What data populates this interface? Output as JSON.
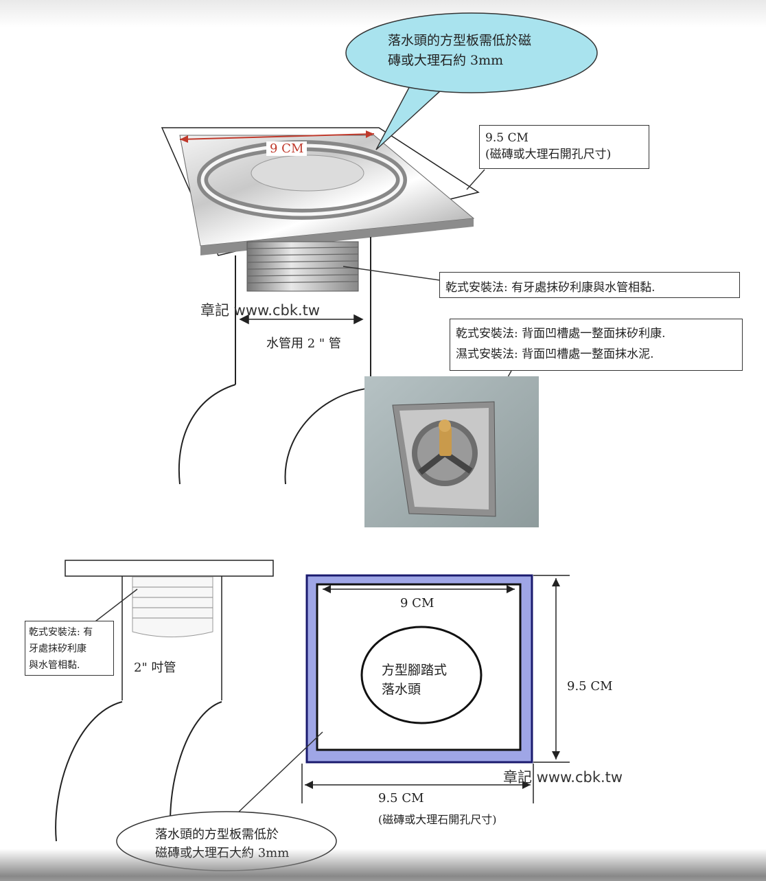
{
  "callouts": {
    "top_bubble": [
      "落水頭的方型板需低於磁",
      "磚或大理石約 3mm"
    ],
    "hole_box": [
      "9.5 CM",
      "(磁磚或大理石開孔尺寸)"
    ],
    "thread_box": "乾式安裝法: 有牙處抹矽利康與水管相黏.",
    "photo_box": [
      "乾式安裝法: 背面凹槽處一整面抹矽利康.",
      "濕式安裝法: 背面凹槽處一整面抹水泥."
    ],
    "side_box": [
      "乾式安裝法: 有",
      "牙處抹矽利康",
      "與水管相黏."
    ],
    "bottom_bubble": [
      "落水頭的方型板需低於",
      "磁磚或大理石大約 3mm"
    ]
  },
  "labels": {
    "top_width": "9 CM",
    "pipe": "水管用 2 \" 管",
    "side_pipe": "2\" 吋管",
    "inner_width": "9 CM",
    "center_name": [
      "方型腳踏式",
      "落水頭"
    ],
    "right_dim": "9.5 CM",
    "bottom_dim": "9.5 CM",
    "bottom_note": "(磁磚或大理石開孔尺寸)"
  },
  "watermarks": [
    "章記 www.cbk.tw",
    "章記 www.cbk.tw"
  ],
  "colors": {
    "bubble_fill": "#a9e3ee",
    "plate_band": "#9fa6e6",
    "plate_band_edge": "#1a1a6e",
    "dimension_red": "#c0392b",
    "line": "#222222"
  }
}
